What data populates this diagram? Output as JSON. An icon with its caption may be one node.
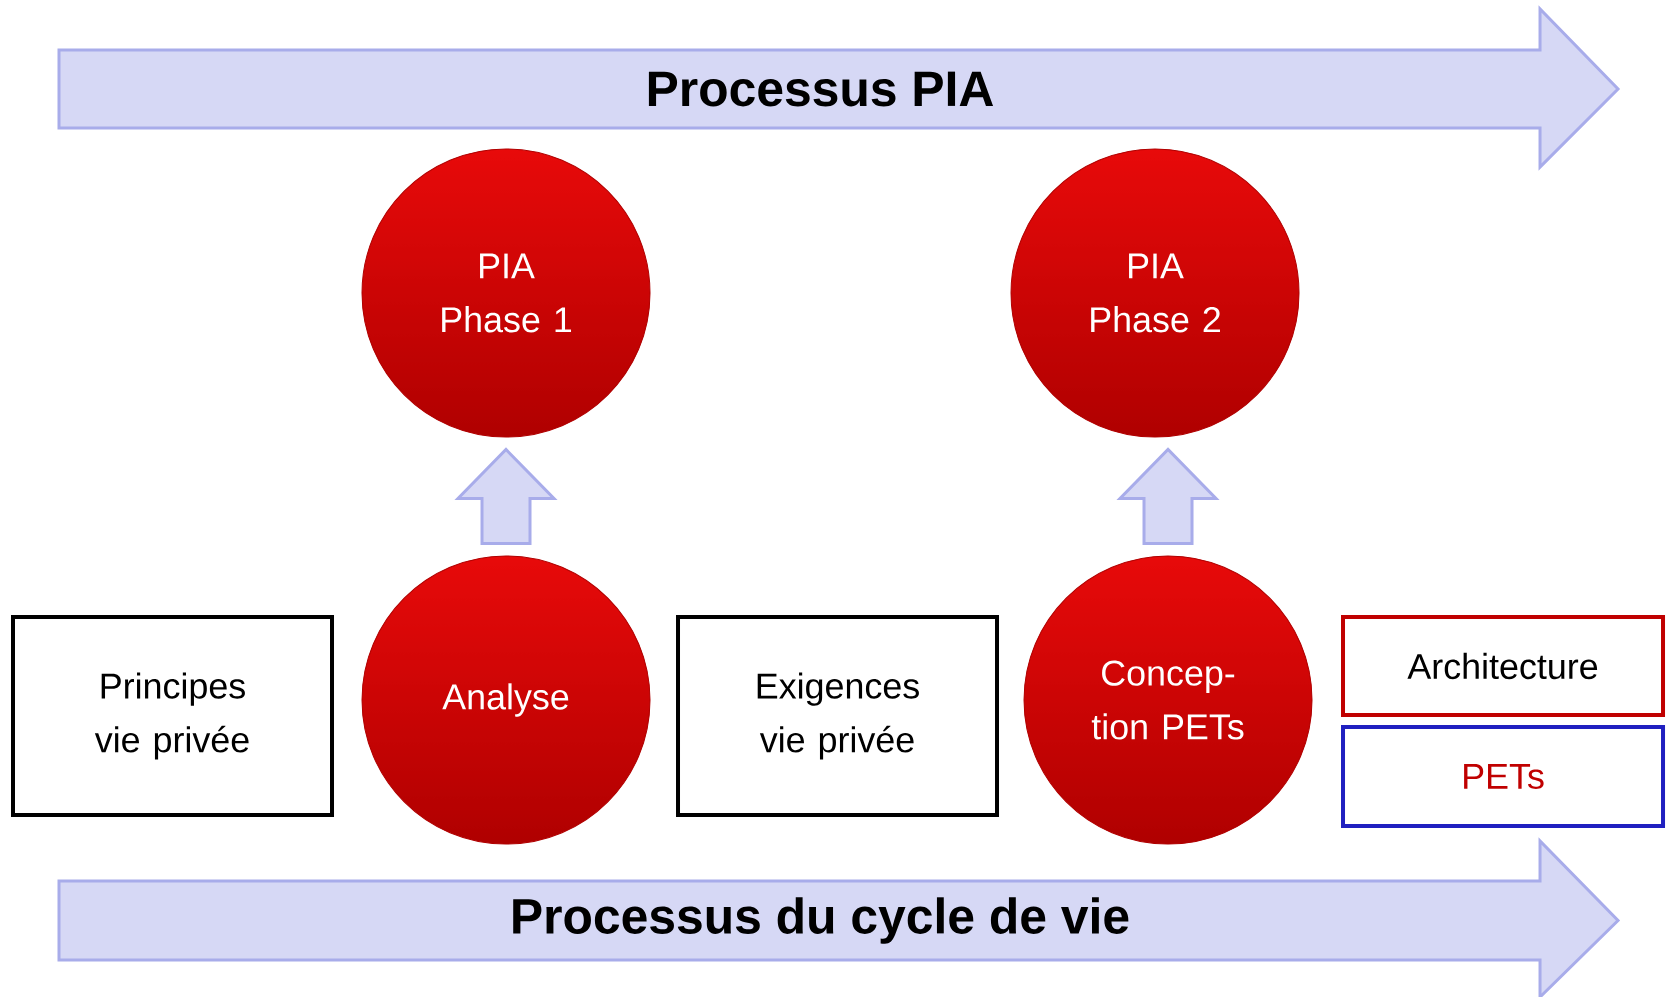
{
  "diagram": {
    "nodes": [
      {
        "text": [
          "Processus PIA"
        ]
      },
      {
        "text": [
          "PIA Phase 1"
        ]
      },
      {
        "text": [
          "PIA Phase 2"
        ]
      },
      {
        "text": [
          "Principes vie privée"
        ]
      },
      {
        "text": [
          "Analyse"
        ]
      },
      {
        "text": [
          "Exigences vie privée"
        ]
      },
      {
        "text": [
          "Concep- tion PETs"
        ]
      },
      {
        "text": [
          "Architecture"
        ]
      },
      {
        "text": [
          "PETs"
        ]
      },
      {
        "text": [
          "Processus du cycle de vie"
        ]
      }
    ],
    "edges": [
      {
        "from": 4,
        "to": 1,
        "arrow": "to"
      },
      {
        "from": 6,
        "to": 2,
        "arrow": "to"
      }
    ]
  }
}
